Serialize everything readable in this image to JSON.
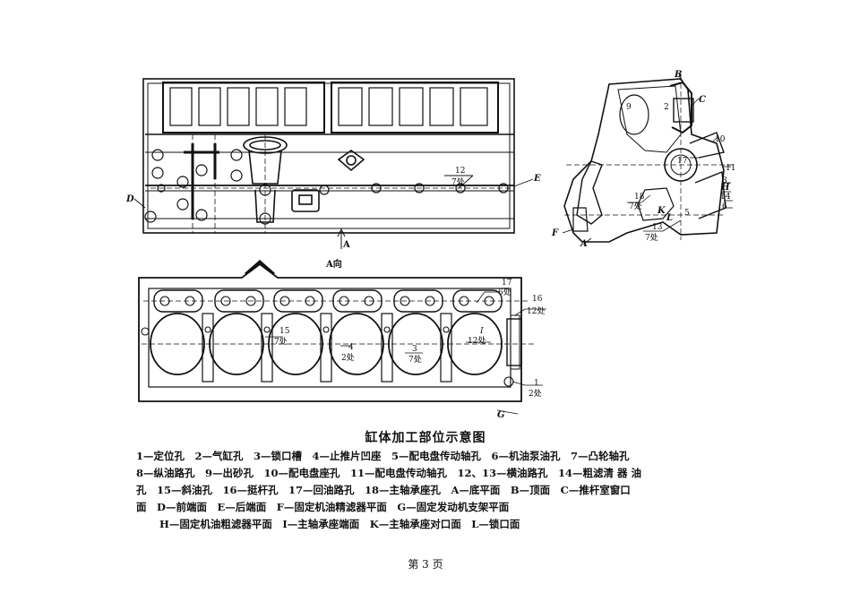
{
  "figure": {
    "a_view_label": "A向",
    "arrow_a": "A",
    "labels": {
      "D": "D",
      "E": "E",
      "B": "B",
      "C": "C",
      "F": "F",
      "A": "A",
      "G": "G",
      "H": "H",
      "I": "I",
      "K": "K",
      "L": "L"
    },
    "callouts_top": {
      "c12": "12",
      "c12_count": "7处"
    },
    "callouts_side": {
      "n9": "9",
      "n2": "2",
      "n10": "10",
      "n17": "17",
      "n11": "11",
      "n8": "8",
      "n14": "14",
      "n6": "6",
      "n5": "5",
      "n18": "18",
      "n18_count": "7处",
      "n13": "13",
      "n13_count": "7处"
    },
    "callouts_bottom": {
      "n17": "17",
      "n17_count": "6处",
      "n16": "16",
      "n16_count": "12处",
      "n15": "15",
      "n15_count": "7处",
      "n4": "4",
      "n4_count": "2处",
      "n3": "3",
      "n3_count": "7处",
      "nI": "I",
      "nI_count": "12处",
      "n1": "1",
      "n1_count": "2处"
    }
  },
  "caption": {
    "title": "缸体加工部位示意图",
    "lines": [
      "1—定位孔　2—气缸孔　3—锁口槽　4—止推片凹座　5—配电盘传动轴孔　6—机油泵油孔　7—凸轮轴孔",
      "8—纵油路孔　9—出砂孔　10—配电盘座孔　11—配电盘传动轴孔　12、13—横油路孔　14—粗滤清 器 油",
      "孔　15—斜油孔　16—挺杆孔　17—回油路孔　18—主轴承座孔　A—底平面　B—顶面　C—推杆室窗口",
      "面　D—前端面　E—后端面　F—固定机油精滤器平面　G—固定发动机支架平面",
      "H—固定机油粗滤器平面　I—主轴承座端面　K—主轴承座对口面　L—锁口面"
    ]
  },
  "footer": {
    "page": "第 3 页"
  }
}
